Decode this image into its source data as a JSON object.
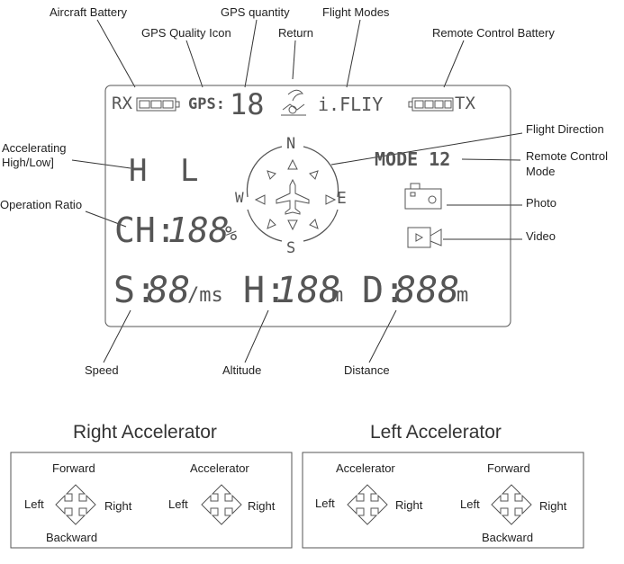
{
  "callouts": {
    "aircraft_battery": "Aircraft Battery",
    "gps_quantity": "GPS quantity",
    "flight_modes": "Flight Modes",
    "gps_quality_icon": "GPS Quality Icon",
    "return": "Return",
    "remote_control_battery": "Remote Control Battery",
    "flight_direction": "Flight Direction",
    "accelerating_line1": "Accelerating",
    "accelerating_line2": "High/Low]",
    "remote_control_mode_line1": "Remote Control",
    "remote_control_mode_line2": "Mode",
    "operation_ratio": "Operation Ratio",
    "photo": "Photo",
    "video": "Video",
    "speed": "Speed",
    "altitude": "Altitude",
    "distance": "Distance"
  },
  "lcd": {
    "rx": "RX",
    "gps_label": "GPS:",
    "gps_value": "18",
    "flight_mode": "i.FLIY",
    "tx": "TX",
    "high": "H",
    "low": "L",
    "compass_n": "N",
    "compass_s": "S",
    "compass_w": "W",
    "compass_e": "E",
    "mode": "MODE 12",
    "ch_label": "CH:",
    "ch_value": "188",
    "ch_unit": "%",
    "speed_label": "S:",
    "speed_value": "88",
    "speed_unit": "/ms",
    "height_label": "H:",
    "height_value": "188",
    "height_unit": "m",
    "distance_label": "D:",
    "distance_value": "888",
    "distance_unit": "m"
  },
  "right_accelerator": {
    "title": "Right Accelerator",
    "forward": "Forward",
    "backward": "Backward",
    "left1": "Left",
    "right1": "Right",
    "accelerator": "Accelerator",
    "left2": "Left",
    "right2": "Right"
  },
  "left_accelerator": {
    "title": "Left Accelerator",
    "accelerator": "Accelerator",
    "left1": "Left",
    "right1": "Right",
    "forward": "Forward",
    "backward": "Backward",
    "left2": "Left",
    "right2": "Right"
  }
}
